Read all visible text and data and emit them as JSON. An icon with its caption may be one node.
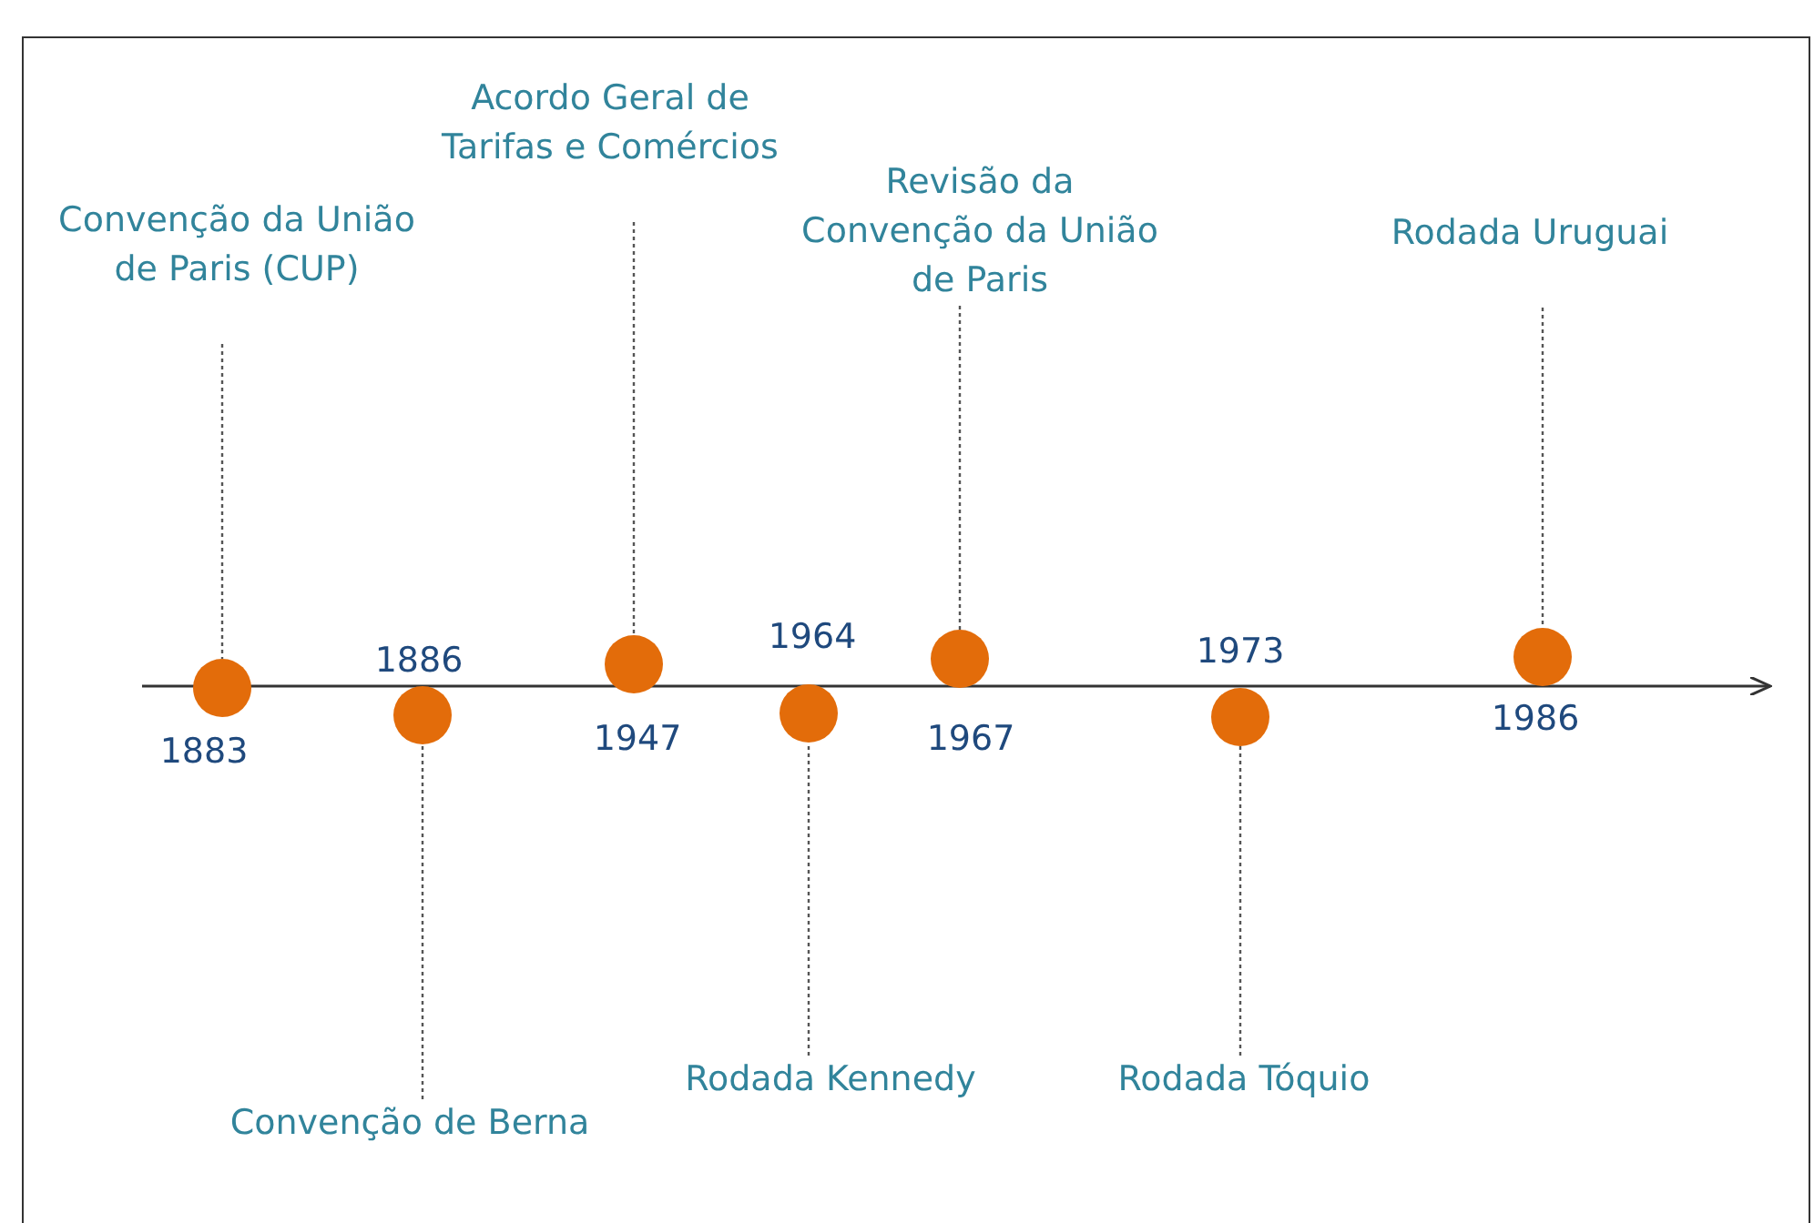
{
  "diagram": {
    "nodes": [
      {
        "text": [
          "Convenção da União de Paris (CUP)"
        ]
      },
      {
        "text": [],
        "shape": "circle",
        "beside": [
          "1883"
        ]
      },
      {
        "text": [],
        "shape": "circle",
        "beside": [
          "1886"
        ]
      },
      {
        "text": [
          "Convenção de Berna"
        ]
      },
      {
        "text": [
          "Acordo Geral de Tarifas e Comércios"
        ]
      },
      {
        "text": [],
        "shape": "circle",
        "beside": [
          "1947"
        ]
      },
      {
        "text": [],
        "shape": "circle",
        "beside": [
          "1964"
        ]
      },
      {
        "text": [
          "Rodada Kennedy"
        ]
      },
      {
        "text": [
          "Revisão da Convenção da União de Paris"
        ]
      },
      {
        "text": [],
        "shape": "circle",
        "beside": [
          "1967"
        ]
      },
      {
        "text": [],
        "shape": "circle",
        "beside": [
          "1973"
        ]
      },
      {
        "text": [
          "Rodada Tóquio"
        ]
      },
      {
        "text": [
          "Rodada Uruguai"
        ]
      },
      {
        "text": [],
        "shape": "circle",
        "beside": [
          "1986"
        ]
      }
    ],
    "edges": [
      {
        "from": 0,
        "to": 1,
        "arrow": "none",
        "style": "dashed"
      },
      {
        "from": 3,
        "to": 2,
        "arrow": "none",
        "style": "dashed"
      },
      {
        "from": 4,
        "to": 5,
        "arrow": "none",
        "style": "dashed"
      },
      {
        "from": 7,
        "to": 6,
        "arrow": "none",
        "style": "dashed"
      },
      {
        "from": 8,
        "to": 9,
        "arrow": "none",
        "style": "dashed"
      },
      {
        "from": 11,
        "to": 10,
        "arrow": "none",
        "style": "dashed"
      },
      {
        "from": 12,
        "to": 13,
        "arrow": "none",
        "style": "dashed"
      }
    ]
  }
}
